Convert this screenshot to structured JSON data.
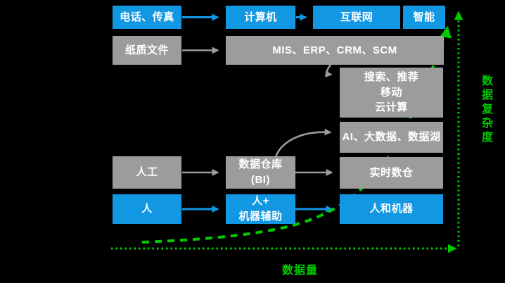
{
  "colors": {
    "background": "#000000",
    "node_blue": "#1297e3",
    "node_gray": "#9c9c9c",
    "accent_green": "#00cc00",
    "node_text": "#ffffff"
  },
  "nodes": {
    "phone_fax": {
      "label": "电话、传真"
    },
    "computer": {
      "label": "计算机"
    },
    "internet": {
      "label": "互联网"
    },
    "intelligence": {
      "label": "智能"
    },
    "paper_docs": {
      "label": "纸质文件"
    },
    "mis_erp_crm_scm": {
      "label": "MIS、ERP、CRM、SCM"
    },
    "search_mobile_cloud": {
      "label": "搜索、推荐\n移动\n云计算"
    },
    "ai_bigdata_lake": {
      "label": "AI、大数据、数据湖"
    },
    "manual": {
      "label": "人工"
    },
    "data_warehouse_bi": {
      "label": "数据仓库\n(BI)"
    },
    "realtime_warehouse": {
      "label": "实时数仓"
    },
    "human": {
      "label": "人"
    },
    "human_machine_assist": {
      "label": "人+\n机器辅助"
    },
    "human_and_machine": {
      "label": "人和机器"
    }
  },
  "axes": {
    "x_label": "数据量",
    "y_label": "数据复杂度"
  },
  "connectors": [
    {
      "from": "电话、传真",
      "to": "计算机",
      "shape": "straight",
      "color": "blue"
    },
    {
      "from": "计算机",
      "to": "互联网",
      "shape": "straight",
      "color": "blue"
    },
    {
      "from": "纸质文件",
      "to": "MIS、ERP、CRM、SCM",
      "shape": "straight",
      "color": "gray"
    },
    {
      "from": "MIS、ERP、CRM、SCM",
      "to": "搜索、推荐 移动 云计算",
      "shape": "curved",
      "color": "gray"
    },
    {
      "from": "人工",
      "to": "数据仓库 (BI)",
      "shape": "straight",
      "color": "gray"
    },
    {
      "from": "数据仓库 (BI)",
      "to": "实时数仓",
      "shape": "straight",
      "color": "gray"
    },
    {
      "from": "数据仓库 (BI)",
      "to": "AI、大数据、数据湖",
      "shape": "curved",
      "color": "gray"
    },
    {
      "from": "人",
      "to": "人+机器辅助",
      "shape": "straight",
      "color": "blue"
    },
    {
      "from": "人+机器辅助",
      "to": "人和机器",
      "shape": "straight",
      "color": "blue"
    }
  ],
  "growth_curve": {
    "style": "dashed",
    "shape": "exponential",
    "color": "#00cc00"
  }
}
